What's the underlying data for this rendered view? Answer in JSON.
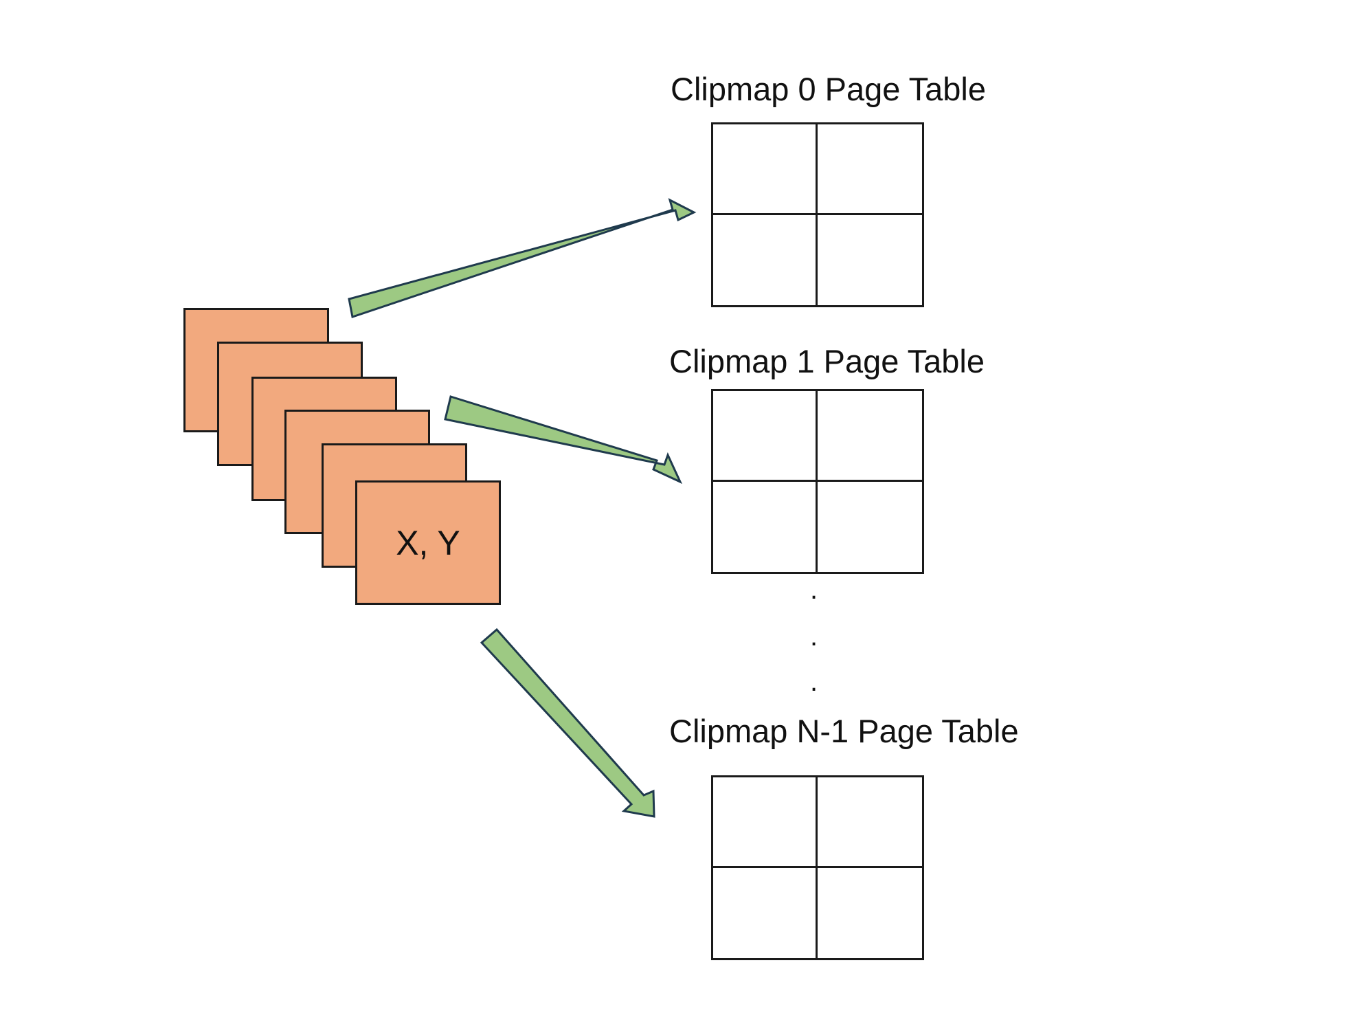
{
  "colors": {
    "tile_fill": "#f2a97e",
    "arrow_fill": "#9dc983",
    "arrow_stroke": "#1f3a4d",
    "line": "#1a1a1a"
  },
  "tile_stack": {
    "label": "X, Y"
  },
  "tables": [
    {
      "title": "Clipmap 0 Page Table"
    },
    {
      "title": "Clipmap 1 Page Table"
    },
    {
      "title": "Clipmap N-1 Page Table"
    }
  ],
  "ellipsis": [
    ".",
    ".",
    "."
  ]
}
